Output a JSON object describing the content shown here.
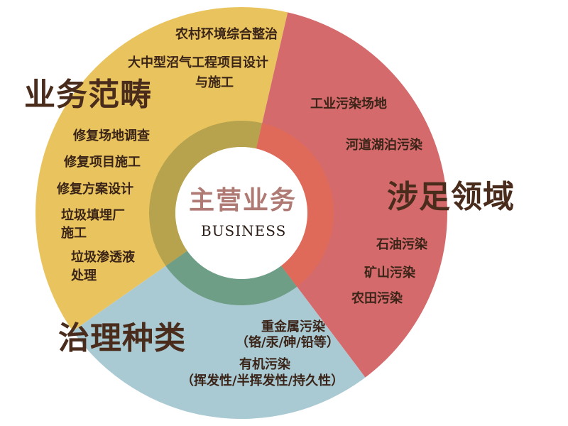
{
  "center": {
    "title": "主营业务",
    "subtitle": "BUSINESS"
  },
  "segments": {
    "scope": {
      "heading": "业务范畴",
      "color": "#e9c45e",
      "items": [
        "农村环境综合整治",
        "大中型沼气工程项目设计",
        "与施工",
        "修复场地调查",
        "修复项目施工",
        "修复方案设计",
        "垃圾填埋厂",
        "施工",
        "垃圾渗透液",
        "处理"
      ]
    },
    "fields": {
      "heading": "涉足领域",
      "color": "#d46a6c",
      "items": [
        "工业污染场地",
        "河道湖泊污染",
        "石油污染",
        "矿山污染",
        "农田污染"
      ]
    },
    "types": {
      "heading": "治理种类",
      "color": "#a9c9d3",
      "items": [
        "重金属污染",
        "（铬/汞/砷/铅等）",
        "有机污染",
        "（挥发性/半挥发性/持久性）"
      ]
    }
  },
  "inner_ring_colors": {
    "scope": "#b7a24e",
    "fields": "#df6a5a",
    "types": "#6f9e86"
  }
}
